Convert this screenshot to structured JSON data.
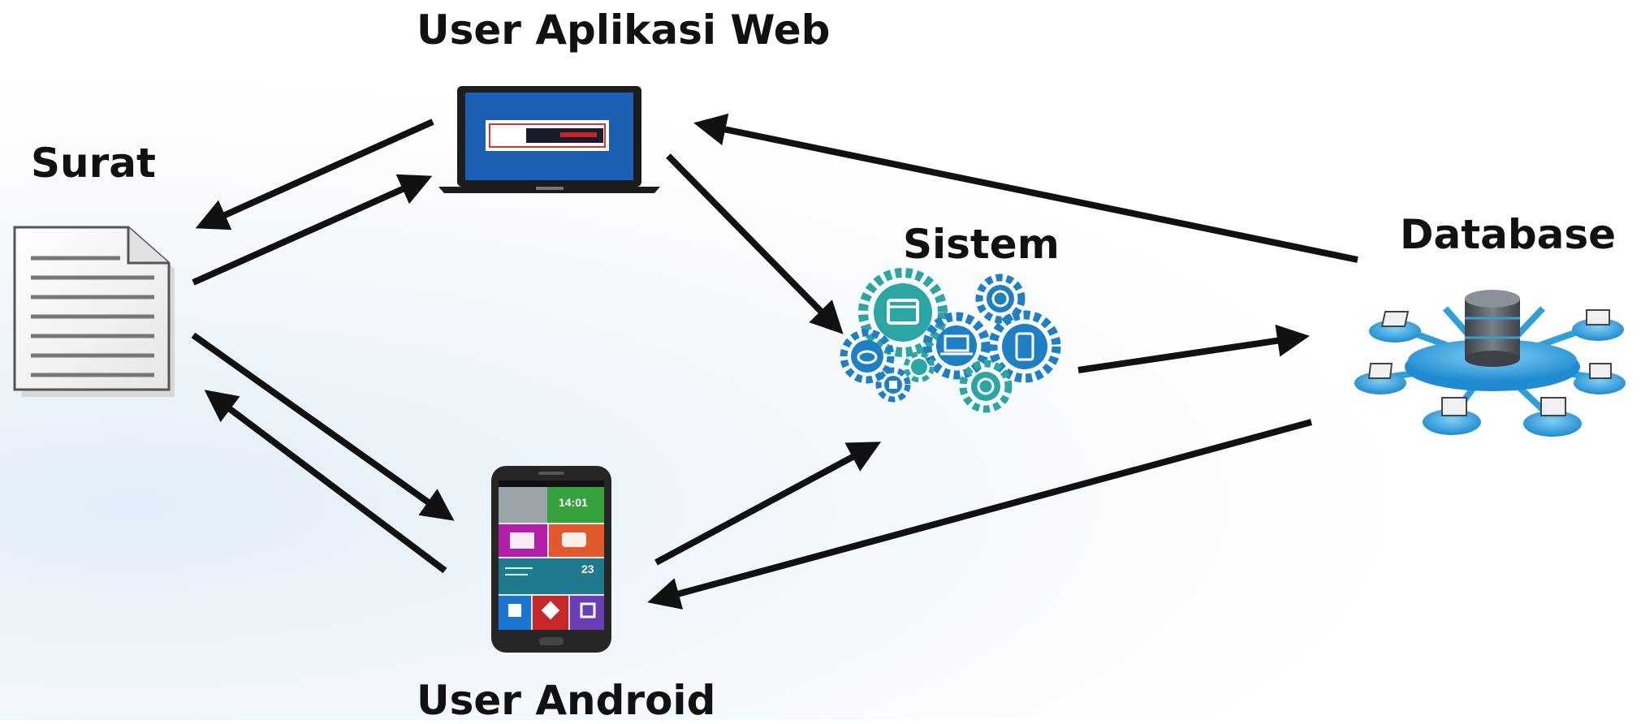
{
  "labels": {
    "web": "User Aplikasi Web",
    "surat": "Surat",
    "sistem": "Sistem",
    "database": "Database",
    "android": "User Android"
  },
  "phone": {
    "time": "14:01",
    "count": "23"
  },
  "colors": {
    "arrow": "#111111",
    "laptop_screen": "#1a5fb4",
    "gear_teal": "#2ba6a3",
    "gear_blue": "#1f7fc4",
    "db_blue": "#2e9fd8",
    "db_cylinder": "#555a60"
  }
}
